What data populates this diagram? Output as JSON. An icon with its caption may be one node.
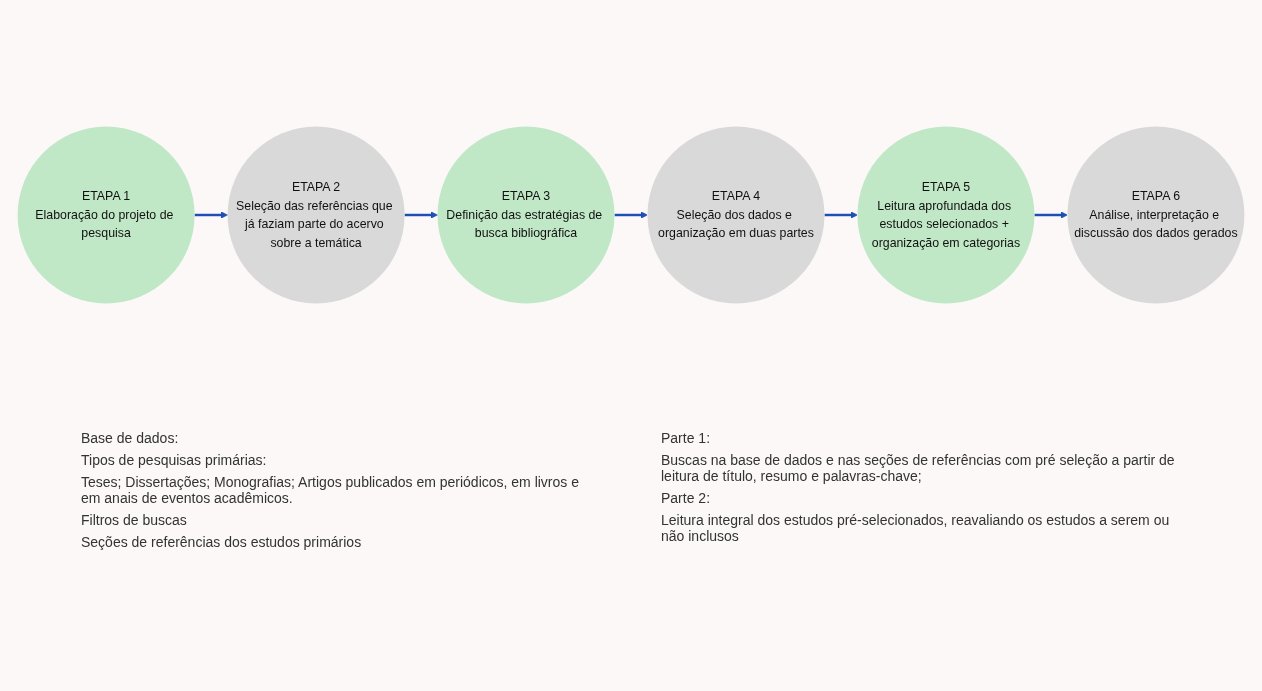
{
  "diagram": {
    "nodes": [
      {
        "text": [
          "ETAPA 1",
          "Elaboração do projeto de pesquisa"
        ]
      },
      {
        "text": [
          "ETAPA 2",
          "Seleção das referências que já faziam parte do acervo sobre a temática"
        ]
      },
      {
        "text": [
          "ETAPA 3",
          "Definição das estratégias de busca bibliográfica"
        ]
      },
      {
        "text": [
          "ETAPA 4",
          "Seleção dos dados e organização em duas partes"
        ]
      },
      {
        "text": [
          "ETAPA 5",
          "Leitura aprofundada dos estudos selecionados + organização em categorias"
        ]
      },
      {
        "text": [
          "ETAPA 6",
          "Análise, interpretação e discussão dos dados gerados"
        ]
      }
    ],
    "edges": [
      {
        "from": 0,
        "to": 1,
        "arrow": "to"
      },
      {
        "from": 1,
        "to": 2,
        "arrow": "to"
      },
      {
        "from": 2,
        "to": 3,
        "arrow": "to"
      },
      {
        "from": 3,
        "to": 4,
        "arrow": "to"
      },
      {
        "from": 4,
        "to": 5,
        "arrow": "to"
      }
    ],
    "labels": [
      "Base de dados:",
      "Tipos de pesquisas primárias:",
      "Teses; Dissertações; Monografias; Artigos publicados em periódicos, em livros e em anais de eventos acadêmicos.",
      "Filtros de buscas",
      "Seções de referências dos estudos primários",
      "Parte 1:",
      "Buscas na base de dados e nas seções de referências com pré seleção a partir de leitura de título, resumo e palavras-chave;",
      "Parte 2:",
      "Leitura integral dos estudos pré-selecionados, reavaliando os estudos a serem ou não inclusos"
    ]
  }
}
